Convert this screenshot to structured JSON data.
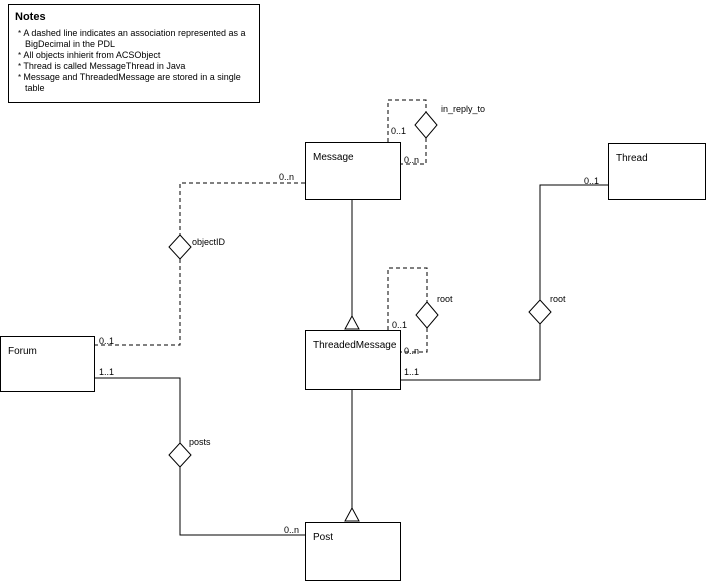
{
  "notes": {
    "title": "Notes",
    "items": [
      "A dashed line indicates an association represented as a BigDecimal in the PDL",
      "All objects inhierit from ACSObject",
      "Thread is called MessageThread in Java",
      "Message and ThreadedMessage are stored in a single table"
    ]
  },
  "classes": {
    "message": "Message",
    "thread": "Thread",
    "threaded_message": "ThreadedMessage",
    "forum": "Forum",
    "post": "Post"
  },
  "association_labels": {
    "in_reply_to": "in_reply_to",
    "objectid": "objectID",
    "root_self": "root",
    "root_thread": "root",
    "posts": "posts"
  },
  "multiplicities": {
    "message_in_reply_to_one": "0..1",
    "message_in_reply_to_many": "0..n",
    "message_objectid_many": "0..n",
    "forum_objectid_one": "0..1",
    "forum_posts_one": "1..1",
    "post_posts_many": "0..n",
    "threadedmessage_root_one": "0..1",
    "threadedmessage_root_many": "0..n",
    "thread_root_one": "0..1",
    "threadedmessage_thread_root": "1..1"
  }
}
